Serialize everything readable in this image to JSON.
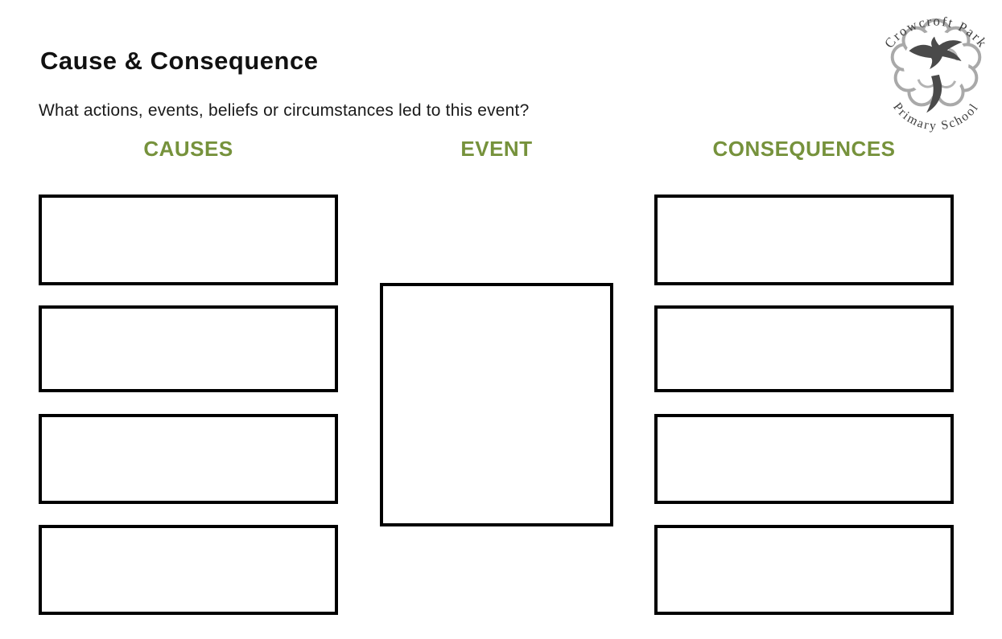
{
  "page": {
    "title": "Cause & Consequence",
    "subtitle": "What actions, events, beliefs or circumstances led to this event?"
  },
  "columns": {
    "causes": {
      "label": "CAUSES",
      "box_count": 4,
      "box_values": [
        "",
        "",
        "",
        ""
      ]
    },
    "event": {
      "label": "EVENT",
      "box_count": 1,
      "box_values": [
        ""
      ]
    },
    "consequences": {
      "label": "CONSEQUENCES",
      "box_count": 4,
      "box_values": [
        "",
        "",
        "",
        ""
      ]
    }
  },
  "logo": {
    "top_text": "Crowcroft Park",
    "bottom_text": "Primary School",
    "icon": "tree-with-crow"
  },
  "colors": {
    "header_green": "#76923C",
    "text_black": "#111111",
    "box_border": "#000000",
    "logo_grey": "#a9a9a9",
    "logo_dark": "#4a4a4a"
  }
}
